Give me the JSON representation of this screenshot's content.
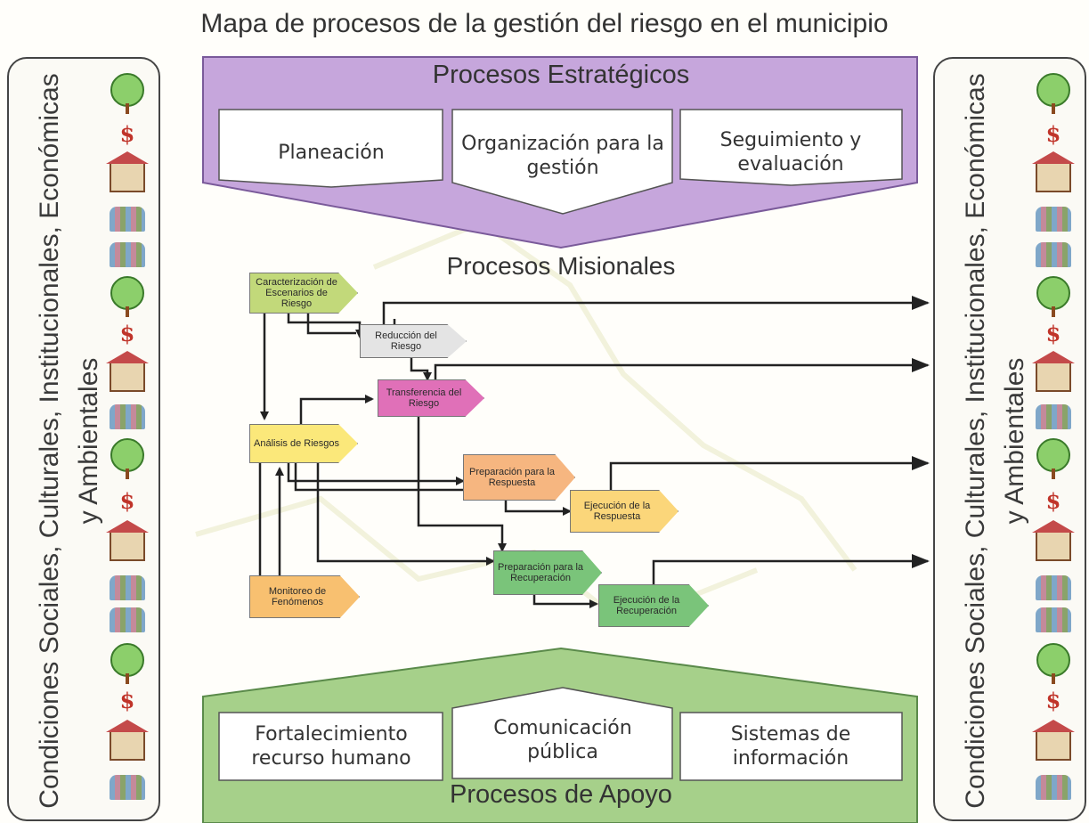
{
  "title": "Mapa de procesos de la gestión del riesgo en el municipio",
  "side_panels": {
    "left_text": "Condiciones Sociales, Culturales, Institucionales, Económicas y Ambientales",
    "right_text": "Condiciones Sociales, Culturales, Institucionales, Económicas y Ambientales"
  },
  "estrategicos": {
    "title": "Procesos Estratégicos",
    "items": [
      "Planeación",
      "Organización para la gestión",
      "Seguimiento y evaluación"
    ],
    "color": "#c6a6dc"
  },
  "misionales": {
    "title": "Procesos Misionales",
    "nodes": {
      "caracterizacion": "Caracterización de Escenarios de Riesgo",
      "reduccion": "Reducción del Riesgo",
      "transferencia": "Transferencia del Riesgo",
      "analisis": "Análisis de Riesgos",
      "prep_respuesta": "Preparación para la Respuesta",
      "ejec_respuesta": "Ejecución de la Respuesta",
      "prep_recuperacion": "Preparación para la Recuperación",
      "ejec_recuperacion": "Ejecución de la Recuperación",
      "monitoreo": "Monitoreo de Fenómenos"
    },
    "colors": {
      "caracterizacion": "#c2d97a",
      "reduccion": "#e4e4e4",
      "transferencia": "#e070b8",
      "analisis": "#fbe87a",
      "prep_respuesta": "#f6b680",
      "ejec_respuesta": "#fbd67a",
      "prep_recuperacion": "#7ac47a",
      "ejec_recuperacion": "#7ac47a",
      "monitoreo": "#f8c070"
    }
  },
  "apoyo": {
    "title": "Procesos de Apoyo",
    "items": [
      "Fortalecimiento recurso humano",
      "Comunicación pública",
      "Sistemas de información"
    ],
    "color": "#a6d08a"
  }
}
